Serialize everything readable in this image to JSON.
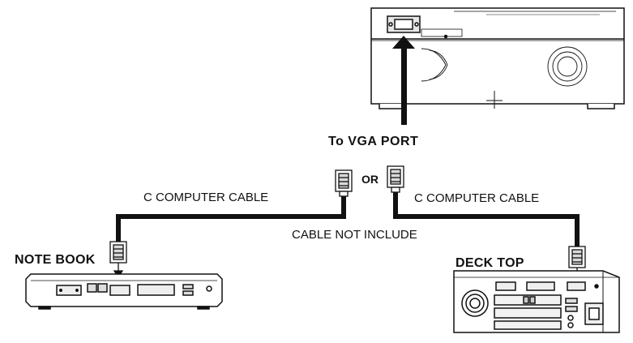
{
  "labels": {
    "vga_port": "To VGA PORT",
    "or": "OR",
    "left_cable": "C COMPUTER CABLE",
    "right_cable": "C COMPUTER CABLE",
    "cable_note": "CABLE NOT INCLUDE",
    "notebook": "NOTE BOOK",
    "desktop": "DECK TOP"
  },
  "colors": {
    "line": "#111111",
    "fill_light": "#f2f2f2",
    "fill_mid": "#d9d9d9"
  }
}
